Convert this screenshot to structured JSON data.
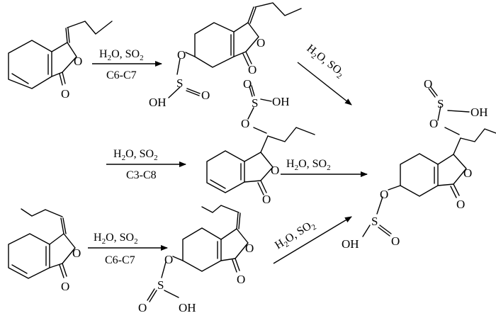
{
  "reagents": {
    "main": "H",
    "two": "2",
    "o_so": "O, SO",
    "two_b": "2"
  },
  "conditions": {
    "top": "C6-C7",
    "middle": "C3-C8",
    "bottom": "C6-C7"
  },
  "atoms": {
    "o": "O",
    "s": "S",
    "oh": "OH"
  }
}
